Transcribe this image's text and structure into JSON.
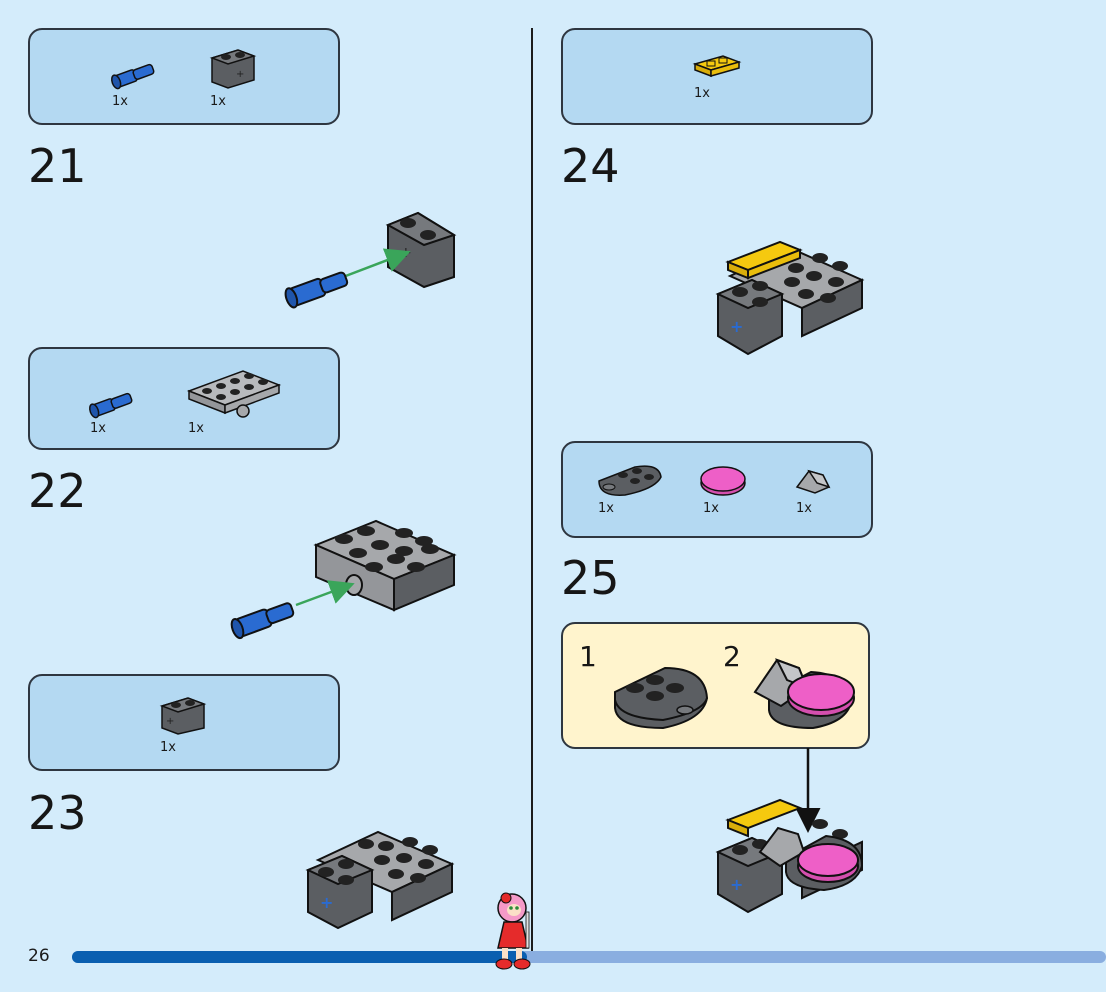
{
  "page_number": "26",
  "progress_fraction": 0.44,
  "steps": {
    "s21": {
      "number": "21",
      "parts": [
        {
          "qty": "1x",
          "icon": "blue-axle-pin-icon"
        },
        {
          "qty": "1x",
          "icon": "dark-gray-brick-icon"
        }
      ]
    },
    "s22": {
      "number": "22",
      "parts": [
        {
          "qty": "1x",
          "icon": "blue-axle-pin-icon"
        },
        {
          "qty": "1x",
          "icon": "light-gray-plate-icon"
        }
      ]
    },
    "s23": {
      "number": "23",
      "parts": [
        {
          "qty": "1x",
          "icon": "dark-gray-brick-icon"
        }
      ]
    },
    "s24": {
      "number": "24",
      "parts": [
        {
          "qty": "1x",
          "icon": "yellow-tile-icon"
        }
      ]
    },
    "s25": {
      "number": "25",
      "parts": [
        {
          "qty": "1x",
          "icon": "dark-gray-round-plate-icon"
        },
        {
          "qty": "1x",
          "icon": "pink-round-tile-icon"
        },
        {
          "qty": "1x",
          "icon": "gray-slope-icon"
        }
      ],
      "substeps": [
        "1",
        "2"
      ]
    }
  },
  "colors": {
    "blue": "#2a6bd1",
    "dark_gray": "#5b5e62",
    "light_gray": "#a6a8ab",
    "yellow": "#f5c90f",
    "pink": "#ee5fc7",
    "arrow": "#3aa55a"
  }
}
